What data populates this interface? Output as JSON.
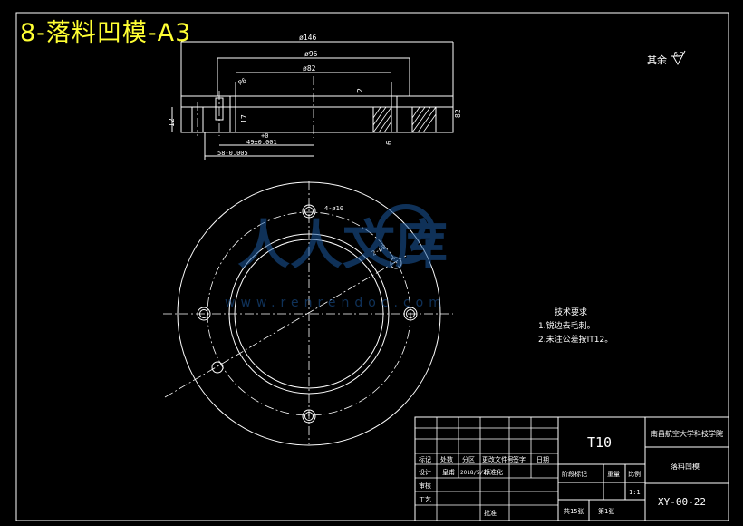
{
  "title": "8-落料凹模-A3",
  "roughness_note": {
    "prefix": "其余",
    "value": "6.3"
  },
  "dims": {
    "d146": "ø146",
    "d96": "ø96",
    "d82": "ø82",
    "r6": "R6",
    "h12": "12",
    "h17": "17",
    "h6": "6",
    "d82v": "82",
    "d49": "49±0.001",
    "d58": "58-0.005",
    "c2": "2",
    "sub": "+0",
    "hole6": "4-ø10",
    "hole2": "2-ø8"
  },
  "tech": {
    "heading": "技术要求",
    "items": [
      "1.锐边去毛刺。",
      "2.未注公差按IT12。"
    ]
  },
  "watermark": {
    "cn": "人人文库",
    "url": "www.renrendoc.com"
  },
  "title_block": {
    "material": "T10",
    "school": "南昌航空大学科技学院",
    "part_name": "落料凹模",
    "drawing_no": "XY-00-22",
    "scale": "1:1",
    "sheets_total": "共15张",
    "sheet_no": "第1张",
    "row_headers": [
      "标记",
      "处数",
      "分区",
      "更改文件号",
      "签字",
      "日期"
    ],
    "designer_label": "设计",
    "designer": "皇甫",
    "date": "2018/5/20",
    "std_label": "标准化",
    "review_label": "审核",
    "process_label": "工艺",
    "approve_label": "批准",
    "stage_label": "阶段标记",
    "weight_label": "重量",
    "scale_label": "比例"
  }
}
